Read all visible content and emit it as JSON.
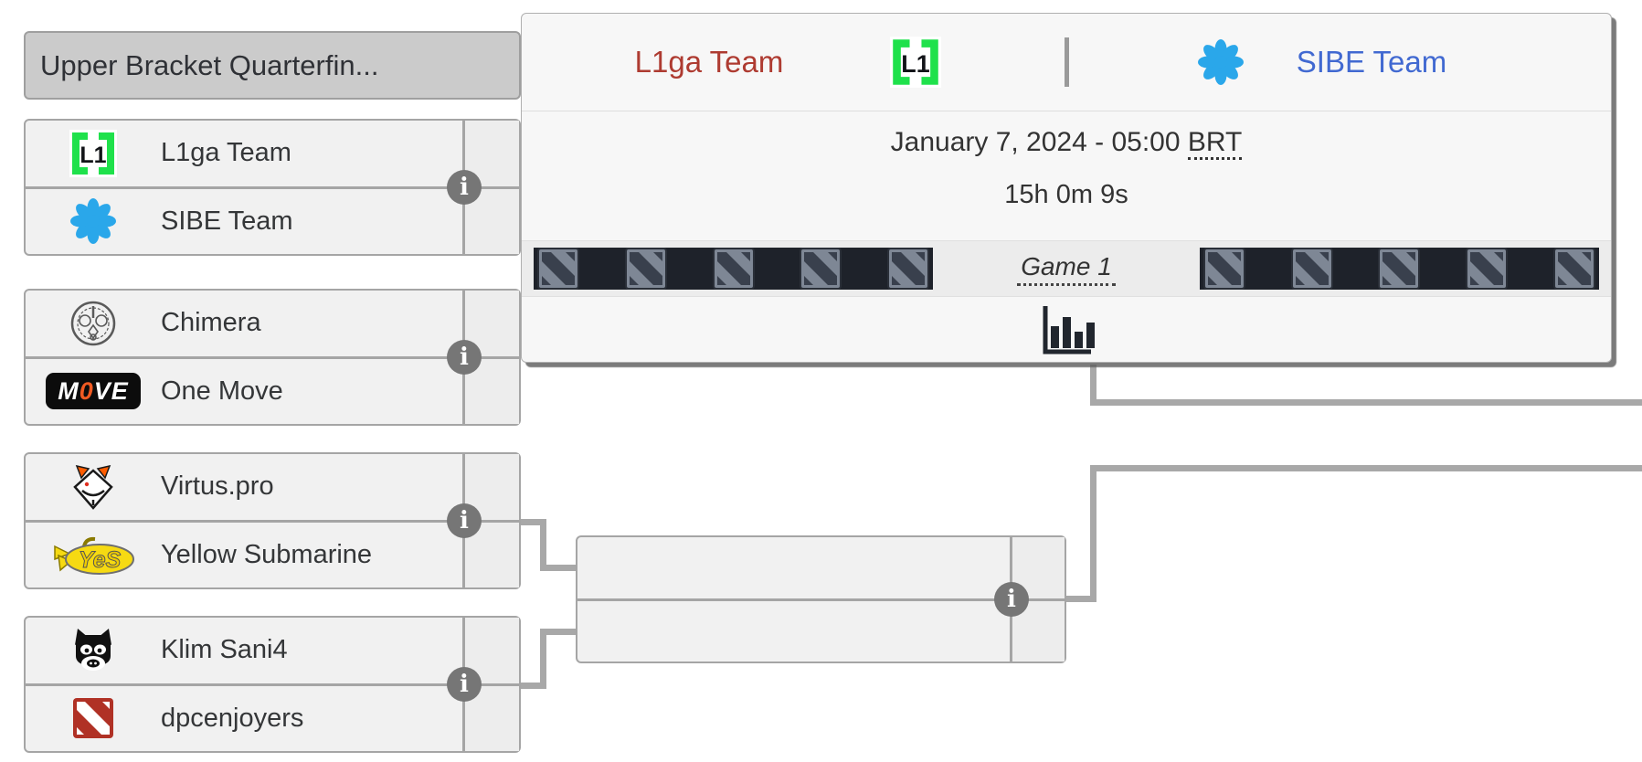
{
  "round_header": "Upper Bracket Quarterfin...",
  "matches": [
    {
      "top": {
        "name": "L1ga Team"
      },
      "bottom": {
        "name": "SIBE Team"
      }
    },
    {
      "top": {
        "name": "Chimera"
      },
      "bottom": {
        "name": "One Move"
      }
    },
    {
      "top": {
        "name": "Virtus.pro"
      },
      "bottom": {
        "name": "Yellow Submarine"
      }
    },
    {
      "top": {
        "name": "Klim Sani4"
      },
      "bottom": {
        "name": "dpcenjoyers"
      }
    }
  ],
  "popup": {
    "left_team": "L1ga Team",
    "right_team": "SIBE Team",
    "date": "January 7, 2024 - 05:00",
    "timezone_abbr": "BRT",
    "countdown": "15h 0m 9s",
    "game_label": "Game 1",
    "pick_slots_per_side": 5
  },
  "logos": {
    "l1_text": "L1",
    "onemove_parts": [
      "M",
      "0",
      "VE"
    ],
    "ys_text": "YeS"
  },
  "icons": {
    "info_glyph": "i"
  },
  "colors": {
    "left_team_text": "#ae3b31",
    "right_team_text": "#4169d1",
    "l1_green": "#1fe14b",
    "sibe_blue": "#2aa7ea",
    "onemove_orange": "#f05a22",
    "virtuspro_orange": "#ff5c00",
    "yellow_submarine": "#f6da12",
    "dpc_red": "#b03125",
    "connector_gray": "#a8a8a8",
    "pick_strip_bg": "#1e222a"
  }
}
